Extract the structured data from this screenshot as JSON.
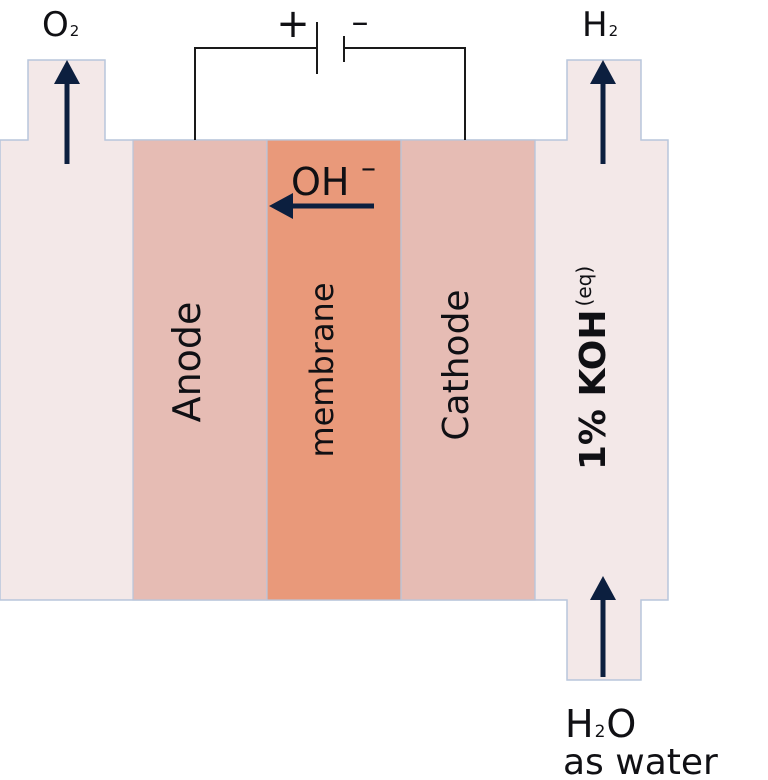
{
  "labels": {
    "o2": "O",
    "o2_sub": "2",
    "h2": "H",
    "h2_sub": "2",
    "plus": "+",
    "minus": "–",
    "ion": "OH",
    "ion_charge": "–",
    "anode": "Anode",
    "membrane": "membrane",
    "cathode": "Cathode",
    "electrolyte": "1% KOH",
    "electrolyte_state": "(eq)",
    "water_h": "H",
    "water_sub": "2",
    "water_o": "O",
    "water_caption": "as water"
  },
  "colors": {
    "outer": "#f3e8e8",
    "border": "#b8c6dc",
    "electrode": "#e6bcb4",
    "membrane": "#e9997a",
    "arrow": "#0c1f3f",
    "wire": "#1a1a1a",
    "text": "#101014"
  },
  "icons": [
    "arrow-up-icon",
    "arrow-left-icon",
    "battery-icon"
  ]
}
